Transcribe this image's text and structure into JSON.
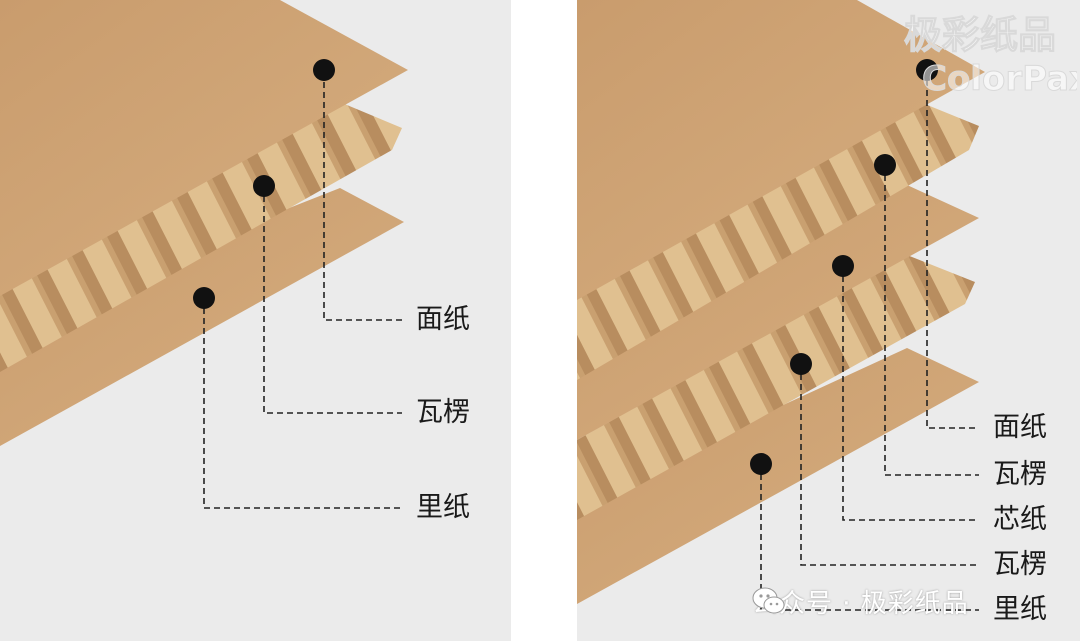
{
  "single_wall": {
    "labels": [
      "面纸",
      "瓦楞",
      "里纸"
    ]
  },
  "double_wall": {
    "labels": [
      "面纸",
      "瓦楞",
      "芯纸",
      "瓦楞",
      "里纸"
    ]
  },
  "watermark": {
    "brand_cn": "极彩纸品",
    "brand_en": "ColorPax"
  },
  "footer": {
    "text": "公众号 · 极彩纸品",
    "icon": "wechat-icon"
  },
  "colors": {
    "kraft": "#cfa577",
    "flute_light": "#dcb98b",
    "flute_dark": "#b98f62",
    "background": "#ebebeb",
    "leader": "#222222"
  }
}
